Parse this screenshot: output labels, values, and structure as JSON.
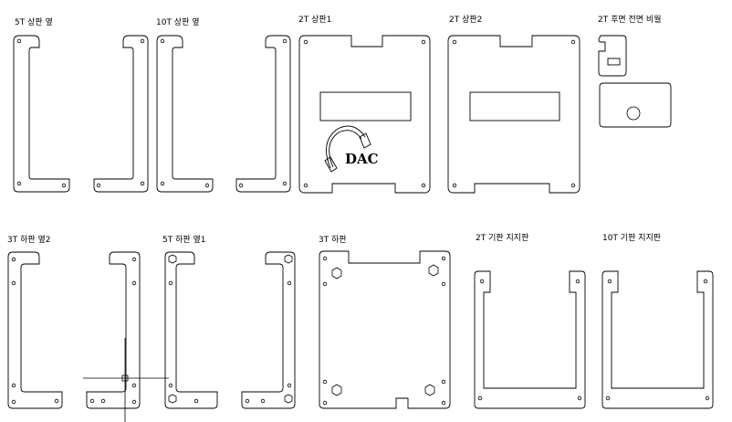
{
  "labels": {
    "top_5t_side": "5T 상판 옆",
    "top_10t_side": "10T 상판 옆",
    "top_2t_plate1": "2T 상판1",
    "top_2t_plate2": "2T 상판2",
    "rear_2t_cover": "2T 후면 전면 비월",
    "bottom_3t_side2": "3T 하판 옆2",
    "bottom_5t_side1": "5T 하판 옆1",
    "bottom_3t_plate": "3T 하판",
    "support_2t": "2T 기판 지지판",
    "support_10t": "10T 기판 지지판"
  },
  "logo": {
    "text": "DAC"
  }
}
